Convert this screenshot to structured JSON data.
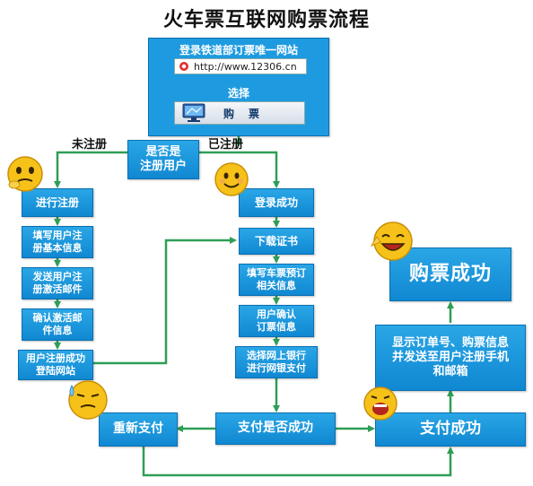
{
  "title": "火车票互联网购票流程",
  "site": {
    "title": "登录铁道部订票唯一网站",
    "url": "http://www.12306.cn",
    "select_label": "选择",
    "buy_label": "购票"
  },
  "nodes": {
    "registered_q": "是否是\n注册用户",
    "register": "进行注册",
    "fill_user_info": "填写用户注\n册基本信息",
    "send_activation": "发送用户注\n册激活邮件",
    "confirm_activation": "确认激活邮\n件信息",
    "register_success": "用户注册成功\n登陆网站",
    "login_success": "登录成功",
    "download_cert": "下载证书",
    "fill_ticket_info": "填写车票预订\n相关信息",
    "confirm_order": "用户确认\n订票信息",
    "choose_bank": "选择网上银行\n进行网银支付",
    "payment_q": "支付是否成功",
    "repay": "重新支付",
    "payment_success": "支付成功",
    "show_order": "显示订单号、购票信息\n并发送至用户注册手机\n和邮箱",
    "purchase_success": "购票成功"
  },
  "edges": {
    "not_registered": "未注册",
    "registered": "已注册"
  },
  "colors": {
    "box": "#1a96dc",
    "arrow": "#2f9e55",
    "emoji": "#f6c21a"
  }
}
